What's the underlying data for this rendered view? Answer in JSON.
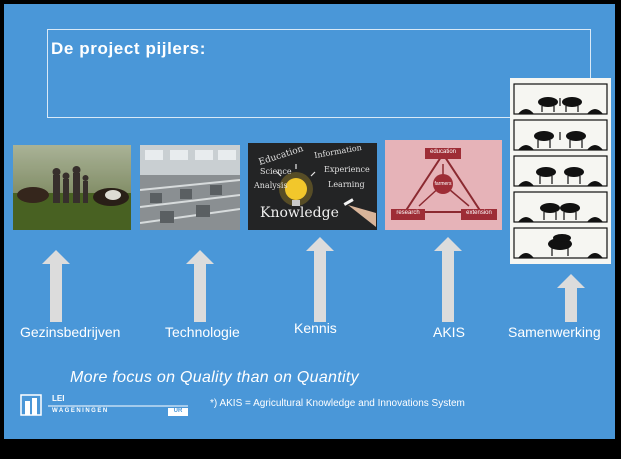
{
  "slide": {
    "title": "De project pijlers:",
    "tagline": "More focus on Quality than on Quantity",
    "footnote": "*) AKIS = Agricultural Knowledge and Innovations System"
  },
  "pillars": [
    {
      "label": "Gezinsbedrijven"
    },
    {
      "label": "Technologie"
    },
    {
      "label": "Kennis"
    },
    {
      "label": "AKIS"
    },
    {
      "label": "Samenwerking"
    }
  ],
  "knowledge_image": {
    "main_word": "Knowledge",
    "words": [
      "Education",
      "Information",
      "Science",
      "Experience",
      "Analysis",
      "Learning"
    ]
  },
  "akis_diagram": {
    "nodes": [
      "education",
      "farmers",
      "research",
      "extension"
    ]
  },
  "logo": {
    "name": "LEI",
    "subtitle": "WAGENINGEN",
    "badge": "UR"
  },
  "colors": {
    "background": "#4a97d8",
    "text": "#ffffff",
    "arrow": "#dcdcdc"
  }
}
